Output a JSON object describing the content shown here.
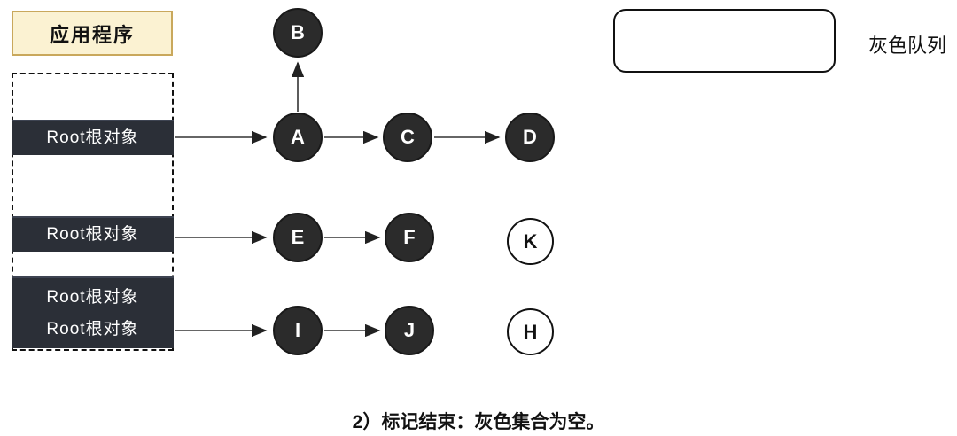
{
  "colors": {
    "app_box_bg": "#fbf2d2",
    "app_box_border": "#c9a85c",
    "root_bar_bg": "#2b2f37",
    "node_black_bg": "#2b2b2b",
    "node_white_bg": "#ffffff",
    "edge_color": "#333333"
  },
  "app_box": {
    "label": "应用程序"
  },
  "roots_panel": {
    "bar1_label": "Root根对象",
    "bar2_label": "Root根对象",
    "bar3_label_top": "Root根对象",
    "bar3_label_bottom": "Root根对象"
  },
  "graph": {
    "nodes": [
      {
        "id": "B",
        "label": "B",
        "state": "black"
      },
      {
        "id": "A",
        "label": "A",
        "state": "black"
      },
      {
        "id": "C",
        "label": "C",
        "state": "black"
      },
      {
        "id": "D",
        "label": "D",
        "state": "black"
      },
      {
        "id": "E",
        "label": "E",
        "state": "black"
      },
      {
        "id": "F",
        "label": "F",
        "state": "black"
      },
      {
        "id": "K",
        "label": "K",
        "state": "white"
      },
      {
        "id": "I",
        "label": "I",
        "state": "black"
      },
      {
        "id": "J",
        "label": "J",
        "state": "black"
      },
      {
        "id": "H",
        "label": "H",
        "state": "white"
      }
    ],
    "edges": [
      {
        "from": "root-bar-1",
        "to": "A"
      },
      {
        "from": "A",
        "to": "B"
      },
      {
        "from": "A",
        "to": "C"
      },
      {
        "from": "C",
        "to": "D"
      },
      {
        "from": "root-bar-2",
        "to": "E"
      },
      {
        "from": "E",
        "to": "F"
      },
      {
        "from": "root-bar-3",
        "to": "I"
      },
      {
        "from": "I",
        "to": "J"
      }
    ]
  },
  "gray_queue": {
    "content": "",
    "label": "灰色队列"
  },
  "caption": "2）标记结束：灰色集合为空。"
}
